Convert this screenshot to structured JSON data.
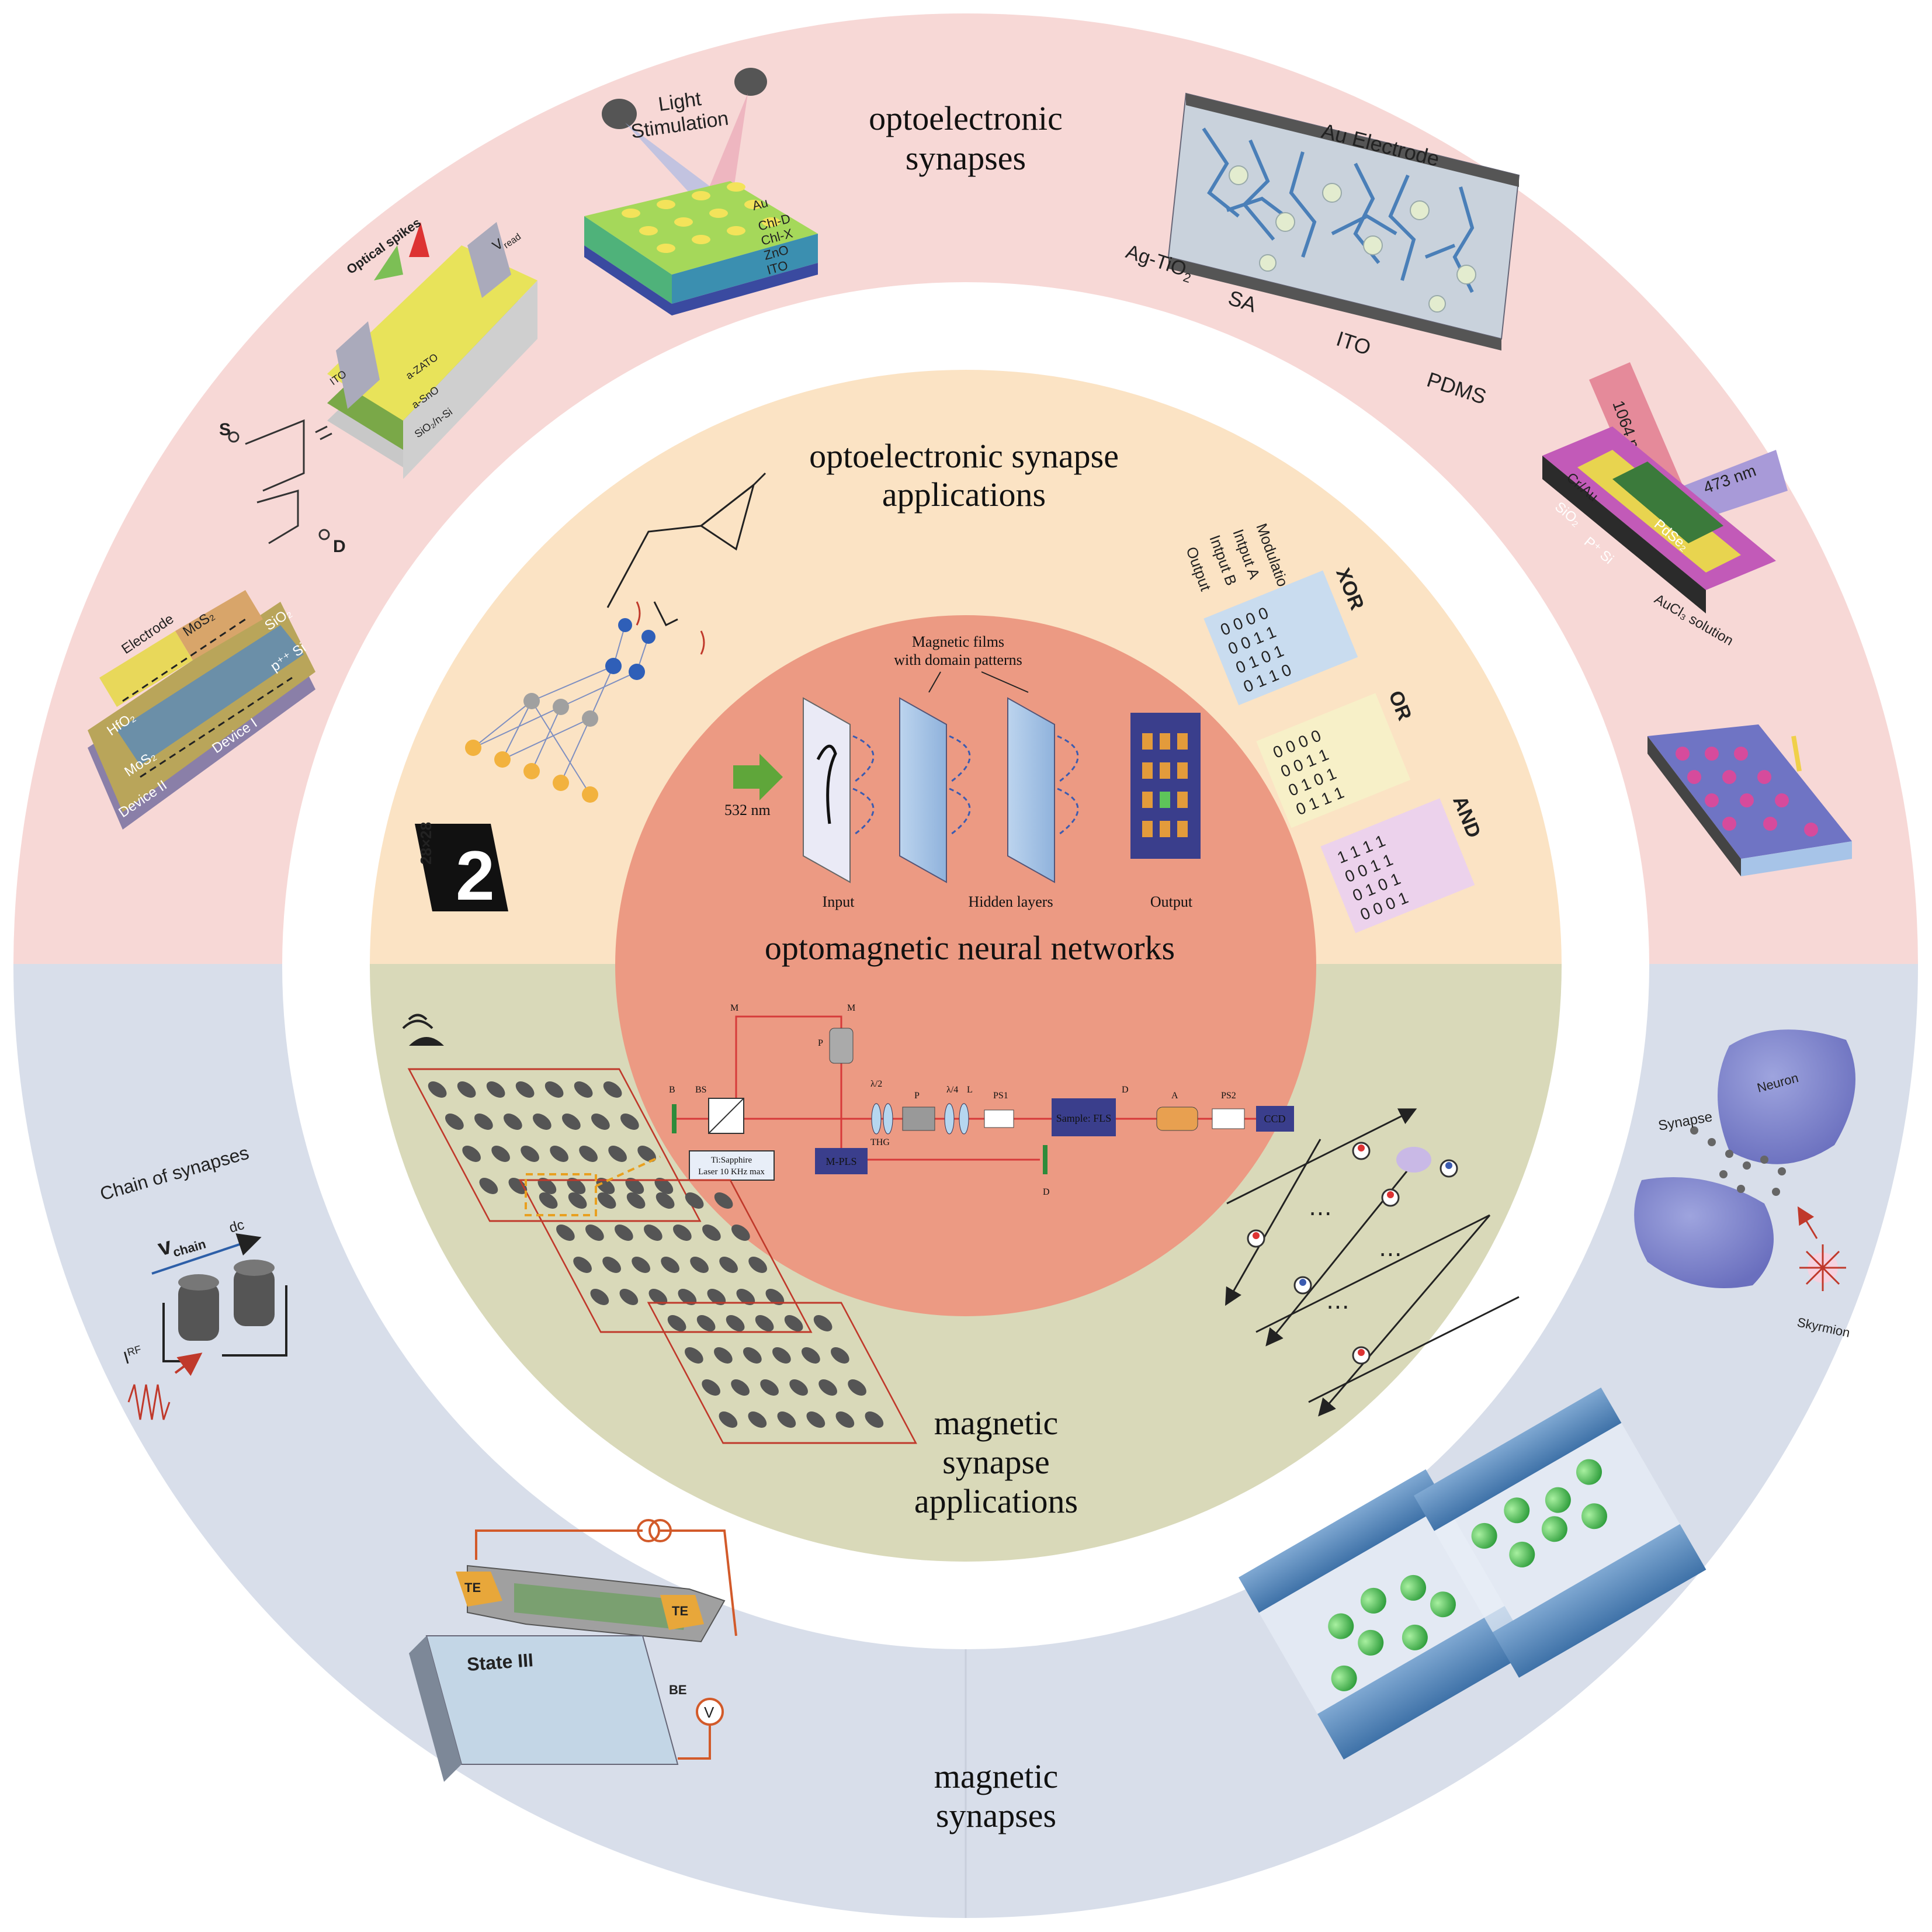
{
  "rings": {
    "outer_top_color": "#f7d8d6",
    "outer_bottom_color": "#d8deea",
    "middle_top_color": "#fbe3c4",
    "middle_bottom_color": "#d9d9b9",
    "center_color": "#ec9a83"
  },
  "sections": {
    "optoelectronic_synapses": [
      "optoelectronic",
      "synapses"
    ],
    "optoelectronic_applications": [
      "optoelectronic synapse",
      "applications"
    ],
    "optomagnetic": "optomagnetic neural networks",
    "magnetic_applications": [
      "magnetic",
      "synapse",
      "applications"
    ],
    "magnetic_synapses": [
      "magnetic",
      "synapses"
    ]
  },
  "panels": {
    "light_stimulation": {
      "title": [
        "Light",
        "Stimulation"
      ],
      "layers": [
        "Au",
        "Chl-D",
        "Chl-X",
        "ZnO",
        "ITO"
      ]
    },
    "au_electrode": {
      "top": "Au Electrode",
      "labels": [
        "Ag-TiO",
        "SA",
        "ITO",
        "PDMS"
      ],
      "agtio_sub": "2"
    },
    "optical_spikes": {
      "title": "Optical spikes",
      "vread": "V",
      "vread_sub": "read",
      "layers": [
        "a-ZATO",
        "a-SnO",
        "SiO₂/n-Si"
      ],
      "ito": "ITO",
      "s": "S",
      "d": "D"
    },
    "pdse2": {
      "lasers": [
        "1064 nm",
        "473 nm"
      ],
      "labels": [
        "Cr/Au",
        "PdSe₂",
        "SiO₂",
        "P⁺ Si",
        "AuCl₃ solution"
      ]
    },
    "device": {
      "labels": [
        "Electrode",
        "MoS₂",
        "HfO₂",
        "SiO₂",
        "p⁺⁺ Si",
        "Device II",
        "Device I",
        "MoS₂"
      ]
    },
    "mnist": {
      "size": "28×28",
      "digit": "2"
    },
    "logic": {
      "row_labels": [
        "Modulation",
        "Intput A",
        "Intput B",
        "Output"
      ],
      "tables": [
        {
          "name": "XOR",
          "rows": [
            "0 0 0 0",
            "0 0 1 1",
            "0 1 0 1",
            "0 1 1 0"
          ]
        },
        {
          "name": "OR",
          "rows": [
            "0 0 0 0",
            "0 0 1 1",
            "0 1 0 1",
            "0 1 1 1"
          ]
        },
        {
          "name": "AND",
          "rows": [
            "1 1 1 1",
            "0 0 1 1",
            "0 1 0 1",
            "0 0 0 1"
          ]
        }
      ]
    },
    "optomag": {
      "films_label": [
        "Magnetic films",
        "with domain patterns"
      ],
      "wavelength": "532 nm",
      "captions": [
        "Input",
        "Hidden layers",
        "Output"
      ]
    },
    "setup": {
      "laser": [
        "Ti:Sapphire",
        "Laser 10 KHz max"
      ],
      "labels": [
        "M",
        "M",
        "BS",
        "B",
        "P",
        "λ/2",
        "P",
        "λ/4",
        "L",
        "PS1",
        "THG",
        "Sample: FLS",
        "D",
        "A",
        "PS2",
        "CCD",
        "M-PLS",
        "D"
      ]
    },
    "chain": {
      "title": "Chain of synapses",
      "v": "v",
      "v_sub": "chain",
      "dc": "dc",
      "irf": "I",
      "irf_sup": "RF"
    },
    "skyrmion": {
      "labels": [
        "Neuron",
        "Synapse",
        "Skyrmion"
      ]
    },
    "state": {
      "title": "State III",
      "te": "TE",
      "be": "BE",
      "v": "V"
    },
    "crossbar": {
      "dots": "⋯"
    }
  }
}
